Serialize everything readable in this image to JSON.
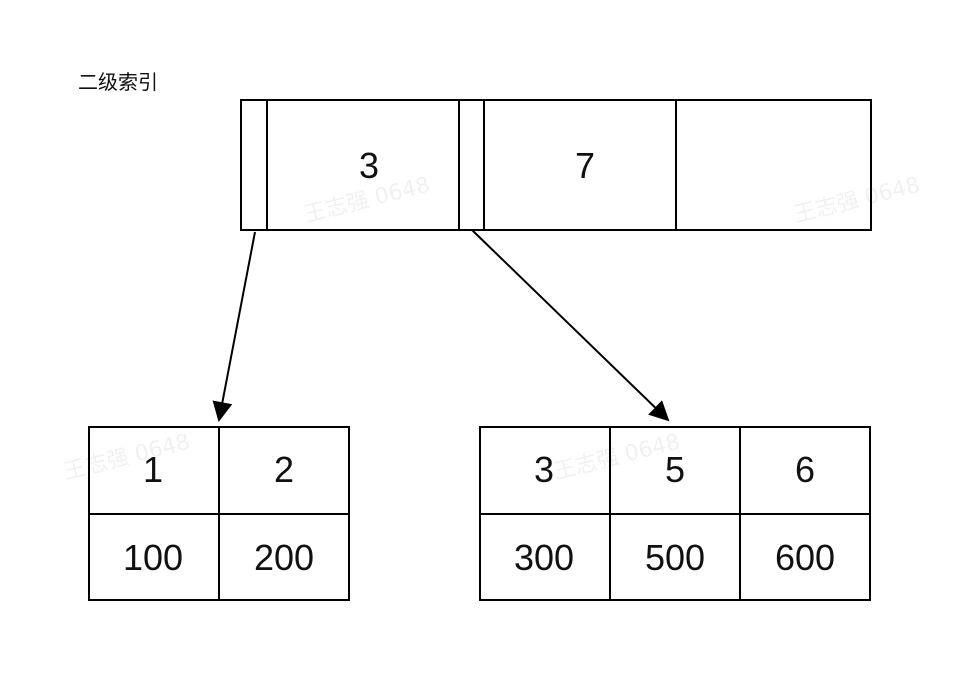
{
  "title": "二级索引",
  "watermark": "王志强 0648",
  "root_node": {
    "keys": [
      "3",
      "7",
      ""
    ]
  },
  "leaf_nodes": [
    {
      "keys": [
        "1",
        "2"
      ],
      "values": [
        "100",
        "200"
      ]
    },
    {
      "keys": [
        "3",
        "5",
        "6"
      ],
      "values": [
        "300",
        "500",
        "600"
      ]
    }
  ],
  "colors": {
    "stroke": "#000000",
    "text": "#111111",
    "watermark": "rgba(0,0,0,0.06)"
  }
}
